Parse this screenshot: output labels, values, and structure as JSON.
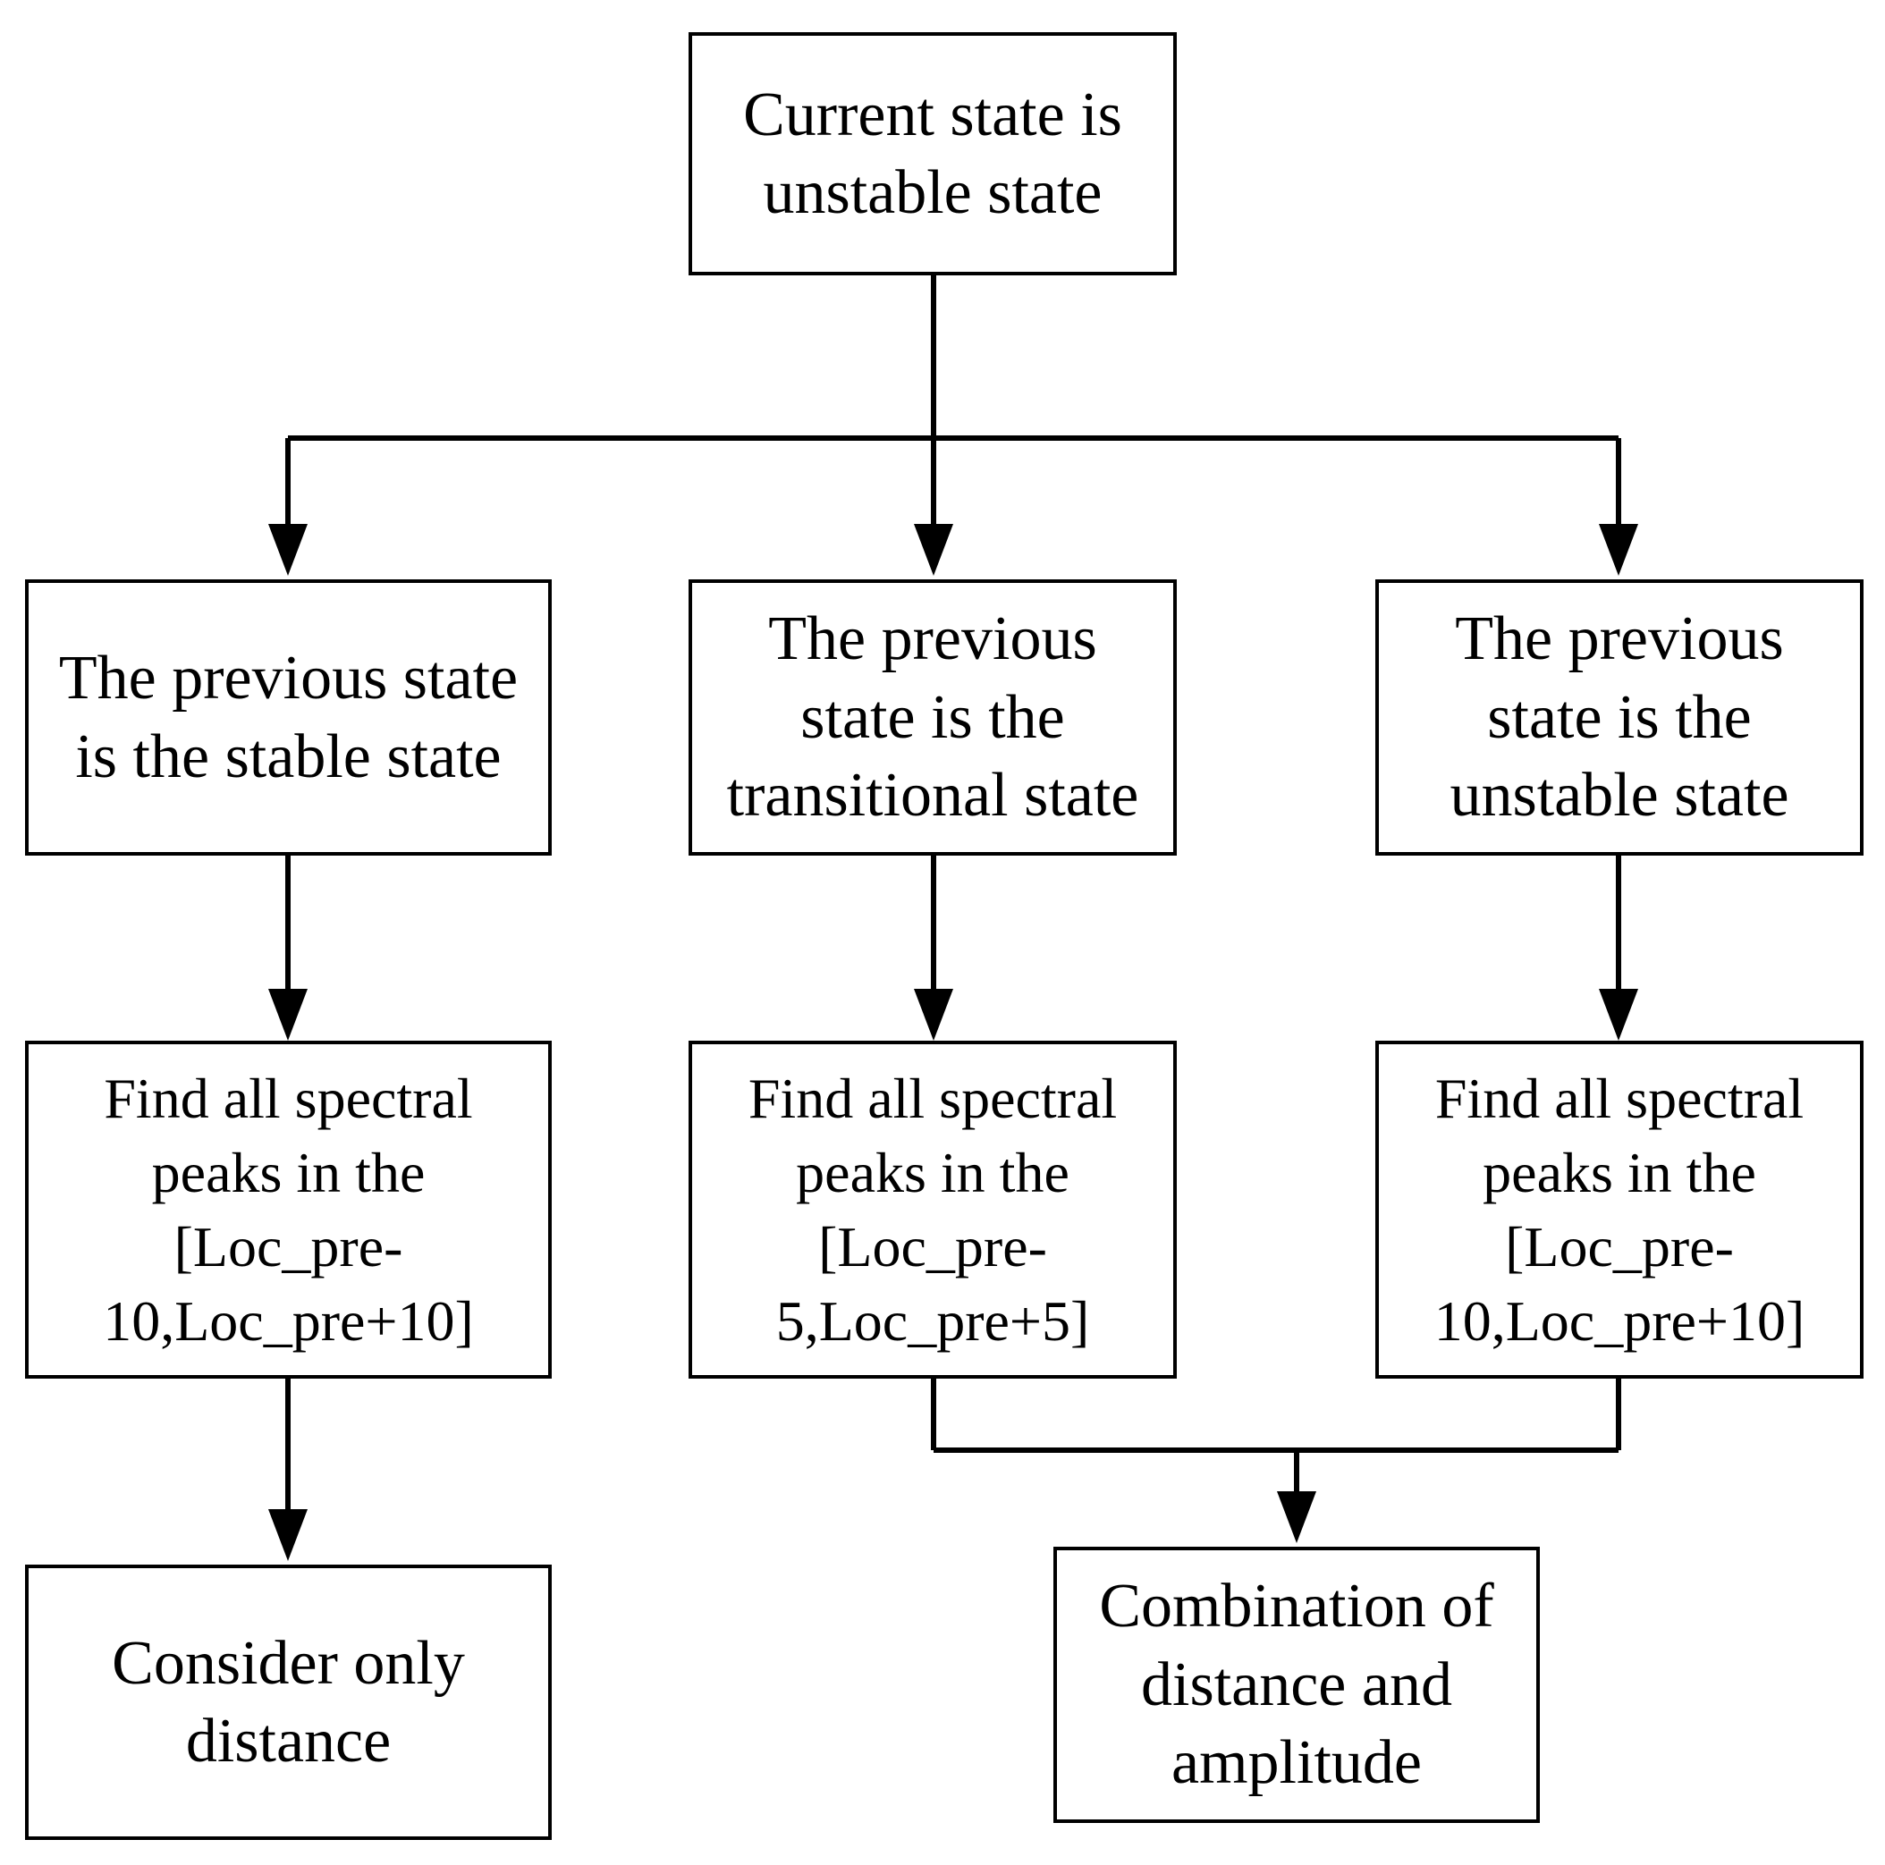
{
  "diagram": {
    "nodes": {
      "root": {
        "text": "Current state is\nunstable state"
      },
      "prev_stable": {
        "text": "The previous state\nis the stable state"
      },
      "prev_transitional": {
        "text": "The previous\nstate is the\ntransitional state"
      },
      "prev_unstable": {
        "text": "The previous\nstate is the\nunstable state"
      },
      "find_left": {
        "text": "Find all spectral\npeaks in the\n[Loc_pre-\n10,Loc_pre+10]"
      },
      "find_middle": {
        "text": "Find all spectral\npeaks in the\n[Loc_pre-\n5,Loc_pre+5]"
      },
      "find_right": {
        "text": "Find all spectral\npeaks in the\n[Loc_pre-\n10,Loc_pre+10]"
      },
      "distance_only": {
        "text": "Consider only\ndistance"
      },
      "combination": {
        "text": "Combination of\ndistance and\namplitude"
      }
    },
    "edges": [
      {
        "from": "root",
        "to": "prev_stable"
      },
      {
        "from": "root",
        "to": "prev_transitional"
      },
      {
        "from": "root",
        "to": "prev_unstable"
      },
      {
        "from": "prev_stable",
        "to": "find_left"
      },
      {
        "from": "prev_transitional",
        "to": "find_middle"
      },
      {
        "from": "prev_unstable",
        "to": "find_right"
      },
      {
        "from": "find_left",
        "to": "distance_only"
      },
      {
        "from": "find_middle",
        "to": "combination"
      },
      {
        "from": "find_right",
        "to": "combination"
      }
    ]
  }
}
